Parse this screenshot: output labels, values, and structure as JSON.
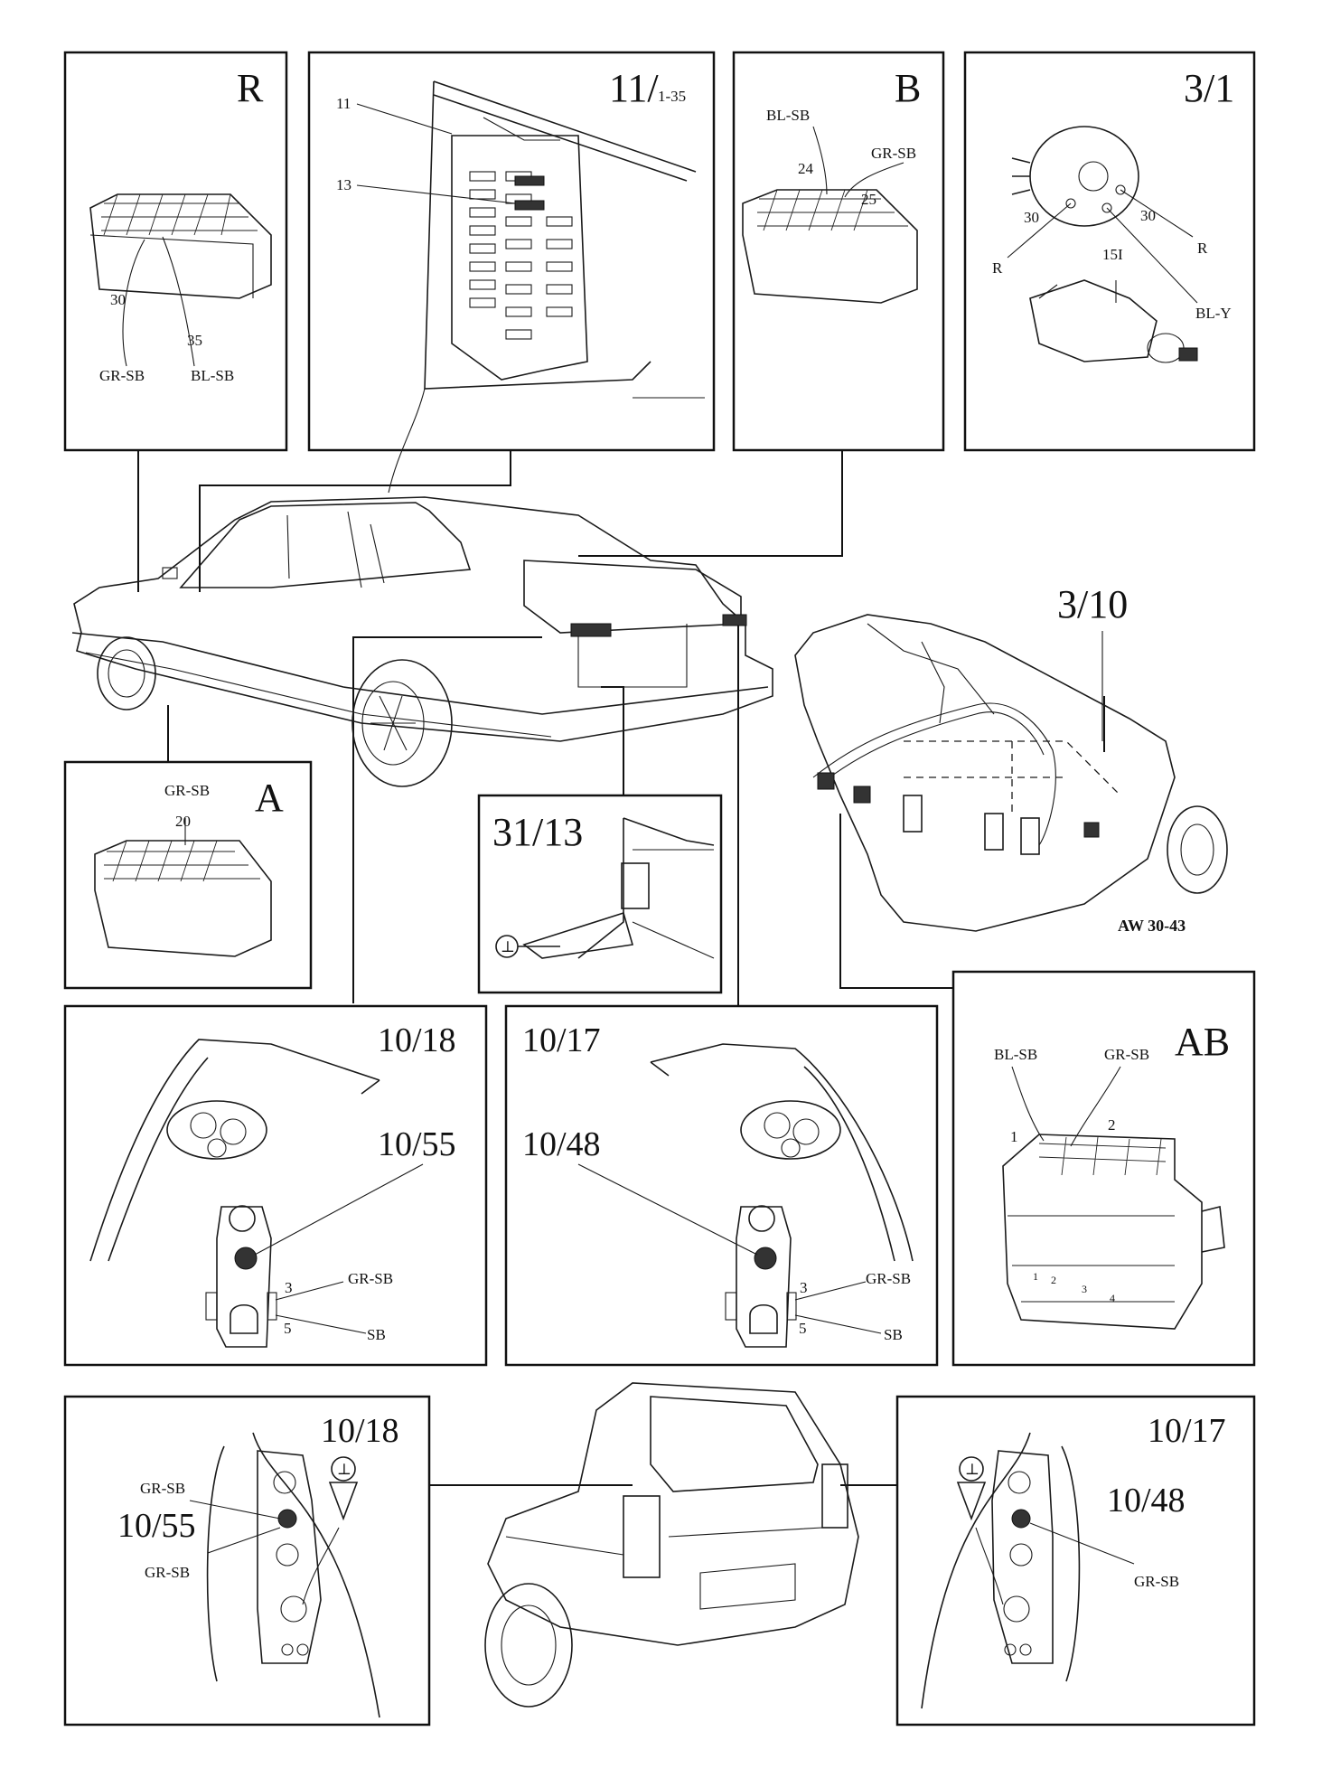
{
  "panels": {
    "R": {
      "title": "R",
      "pin_a": "30",
      "pin_b": "35",
      "wire_a": "GR-SB",
      "wire_b": "BL-SB"
    },
    "fuse": {
      "title": "11/",
      "title_sub": "1-35",
      "label_a": "11",
      "label_b": "13"
    },
    "B": {
      "title": "B",
      "wire_a": "BL-SB",
      "wire_b": "GR-SB",
      "pin_a": "24",
      "pin_b": "25"
    },
    "ign": {
      "title": "3/1",
      "pin_a": "30",
      "pin_b": "30",
      "pin_c": "15I",
      "wire_a": "R",
      "wire_b": "R",
      "wire_c": "BL-Y"
    },
    "trans": {
      "title": "3/10",
      "caption": "AW 30-43"
    },
    "A": {
      "title": "A",
      "wire": "GR-SB",
      "pin": "20"
    },
    "ground": {
      "title": "31/13"
    },
    "left_rear": {
      "title": "10/18",
      "part": "10/55",
      "pin_a": "3",
      "pin_b": "5",
      "wire_a": "GR-SB",
      "wire_b": "SB"
    },
    "right_rear": {
      "title": "10/17",
      "part": "10/48",
      "pin_a": "3",
      "pin_b": "5",
      "wire_a": "GR-SB",
      "wire_b": "SB"
    },
    "AB": {
      "title": "AB",
      "wire_a": "BL-SB",
      "wire_b": "GR-SB",
      "pin_a": "1",
      "pin_b": "2",
      "pins": [
        "1",
        "2",
        "3",
        "4"
      ]
    },
    "wagon_left": {
      "title": "10/18",
      "part": "10/55",
      "wire_a": "GR-SB",
      "wire_b": "GR-SB"
    },
    "wagon_right": {
      "title": "10/17",
      "part": "10/48",
      "wire": "GR-SB"
    }
  },
  "ground_symbol": "⊥"
}
